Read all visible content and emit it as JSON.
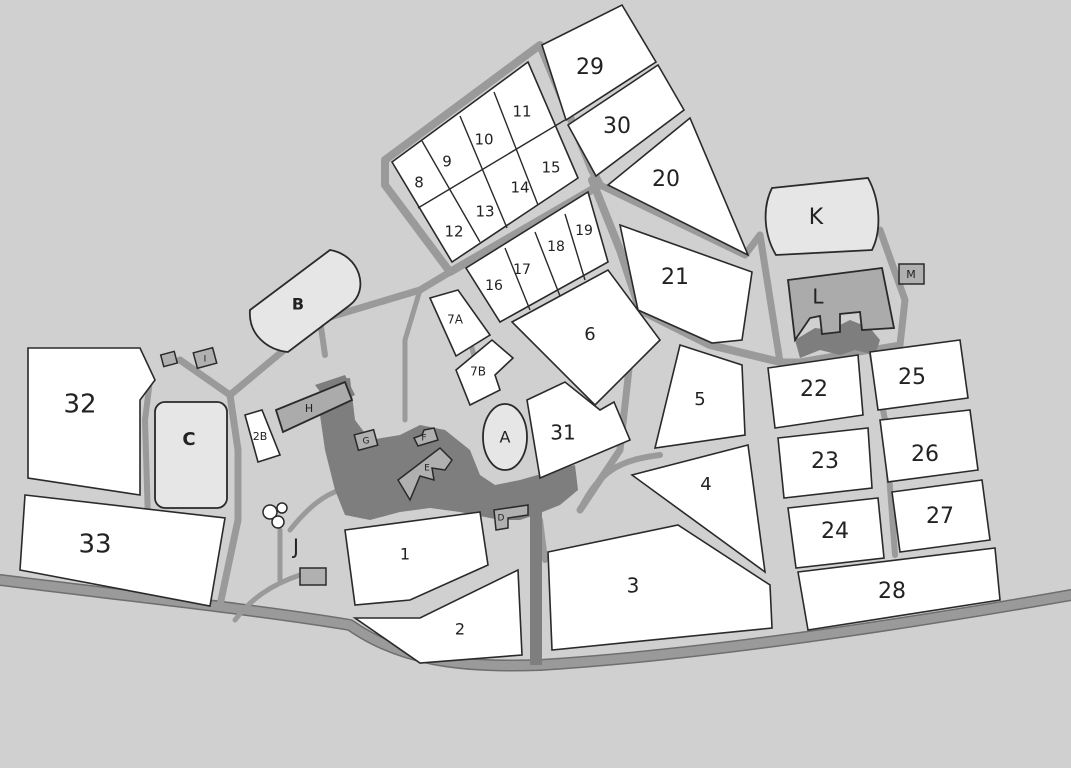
{
  "map": {
    "labels": {
      "p1": "1",
      "p2": "2",
      "p3": "3",
      "p4": "4",
      "p5": "5",
      "p6": "6",
      "p7a": "7A",
      "p7b": "7B",
      "p8": "8",
      "p9": "9",
      "p10": "10",
      "p11": "11",
      "p12": "12",
      "p13": "13",
      "p14": "14",
      "p15": "15",
      "p16": "16",
      "p17": "17",
      "p18": "18",
      "p19": "19",
      "p20": "20",
      "p21": "21",
      "p22": "22",
      "p23": "23",
      "p24": "24",
      "p25": "25",
      "p26": "26",
      "p27": "27",
      "p28": "28",
      "p29": "29",
      "p30": "30",
      "p31": "31",
      "p32": "32",
      "p33": "33",
      "p2b": "2B",
      "bA": "A",
      "bB": "B",
      "bC": "C",
      "bD": "D",
      "bE": "E",
      "bF": "F",
      "bG": "G",
      "bH": "H",
      "bI": "I",
      "bJ": "J",
      "bK": "K",
      "bL": "L",
      "bM": "M"
    },
    "colors": {
      "ground": "#d0d0d0",
      "road": "#9a9a9a",
      "plaza": "#7e7e7e",
      "plot": "#ffffff",
      "building": "#e6e6e6",
      "building_dark": "#ababab"
    },
    "icons": {
      "tree_cluster": "tree-cluster-icon"
    }
  }
}
